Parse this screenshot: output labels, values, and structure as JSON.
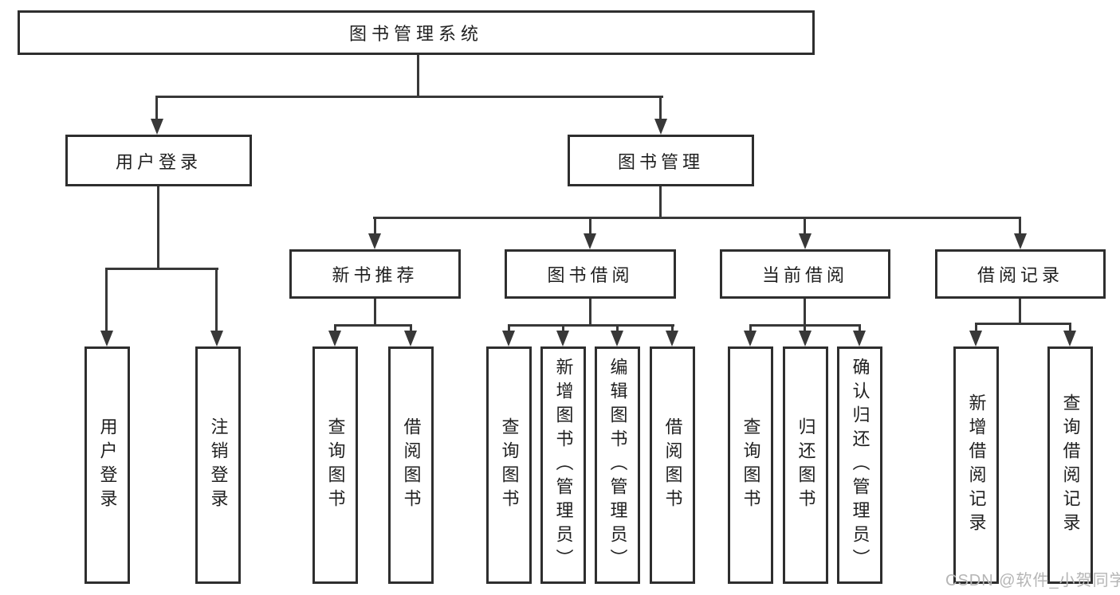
{
  "tree": {
    "label": "图书管理系统",
    "children": [
      {
        "label": "用户登录",
        "children": [
          {
            "label": "用户登录"
          },
          {
            "label": "注销登录"
          }
        ]
      },
      {
        "label": "图书管理",
        "children": [
          {
            "label": "新书推荐",
            "children": [
              {
                "label": "查询图书"
              },
              {
                "label": "借阅图书"
              }
            ]
          },
          {
            "label": "图书借阅",
            "children": [
              {
                "label": "查询图书"
              },
              {
                "label": "新增图书（管理员）"
              },
              {
                "label": "编辑图书（管理员）"
              },
              {
                "label": "借阅图书"
              }
            ]
          },
          {
            "label": "当前借阅",
            "children": [
              {
                "label": "查询图书"
              },
              {
                "label": "归还图书"
              },
              {
                "label": "确认归还（管理员）"
              }
            ]
          },
          {
            "label": "借阅记录",
            "children": [
              {
                "label": "新增借阅记录"
              },
              {
                "label": "查询借阅记录"
              }
            ]
          }
        ]
      }
    ]
  },
  "watermark": {
    "text": "CSDN @软件_小贺同学"
  },
  "colors": {
    "box_border": "#2e2e2e",
    "connector_line": "#383838",
    "text": "#1f1f1f",
    "watermark": "#b5b5b5",
    "background": "#ffffff"
  }
}
